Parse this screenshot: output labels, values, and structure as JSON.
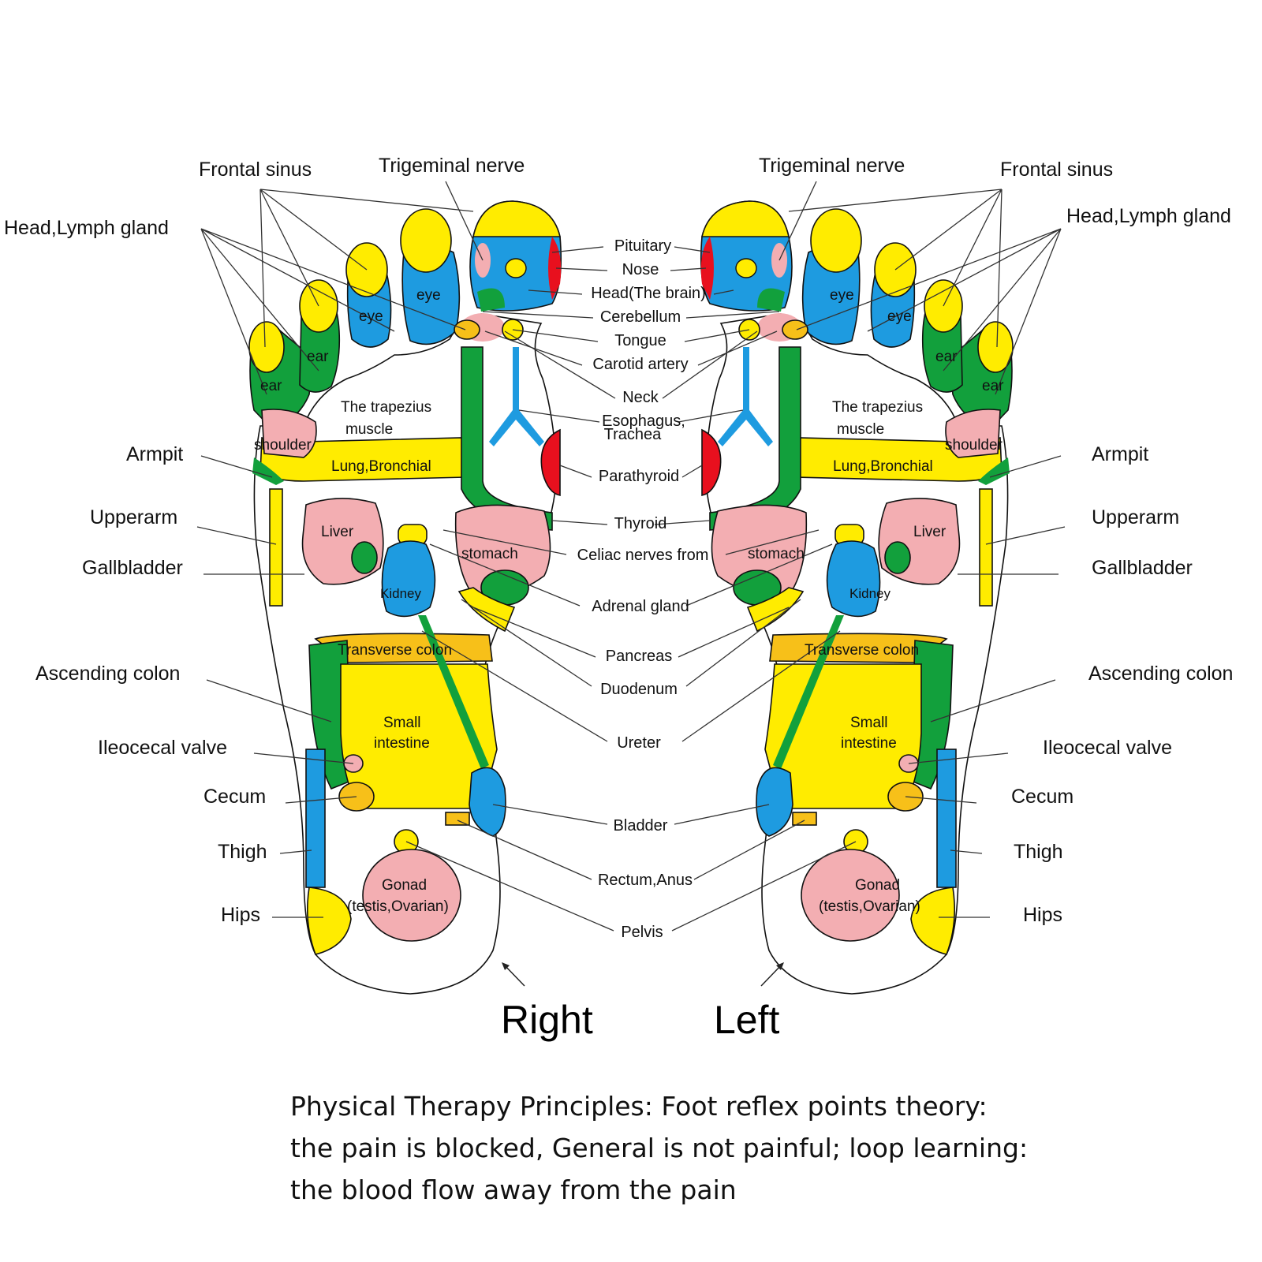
{
  "colors": {
    "yellow": "#ffec00",
    "blue": "#1e9be0",
    "green": "#12a03c",
    "pink": "#f3aeb2",
    "red": "#e8101e",
    "orange": "#f7c019"
  },
  "icons": {
    "arrows": "arrow-icon"
  },
  "foot_labels": {
    "right": "Right",
    "left": "Left"
  },
  "inside_labels": {
    "eye": "eye",
    "ear": "ear",
    "trapezius_1": "The trapezius",
    "trapezius_2": "muscle",
    "shoulder": "shoulder",
    "lung": "Lung,Bronchial",
    "liver": "Liver",
    "stomach": "stomach",
    "kidney": "Kidney",
    "transverse_colon": "Transverse colon",
    "small_intestine_1": "Small",
    "small_intestine_2": "intestine",
    "gonad_1": "Gonad",
    "gonad_2": "(testis,Ovarian)"
  },
  "side_labels": {
    "frontal_sinus": "Frontal sinus",
    "trigeminal_nerve": "Trigeminal nerve",
    "head_lymph_gland": "Head,Lymph gland",
    "armpit": "Armpit",
    "upperarm": "Upperarm",
    "gallbladder": "Gallbladder",
    "ascending_colon": "Ascending colon",
    "ileocecal_valve": "Ileocecal valve",
    "cecum": "Cecum",
    "thigh": "Thigh",
    "hips": "Hips"
  },
  "center_labels": [
    "Pituitary",
    "Nose",
    "Head(The brain)",
    "Cerebellum",
    "Tongue",
    "Carotid artery",
    "Neck",
    "Esophagus,",
    "Trachea",
    "Parathyroid",
    "Thyroid",
    "Celiac nerves from",
    "Adrenal gland",
    "Pancreas",
    "Duodenum",
    "Ureter",
    "Bladder",
    "Rectum,Anus",
    "Pelvis"
  ],
  "caption": [
    "Physical Therapy Principles: Foot reflex points theory:",
    "the pain is blocked, General is not painful; loop learning:",
    "the blood flow away from the pain"
  ]
}
